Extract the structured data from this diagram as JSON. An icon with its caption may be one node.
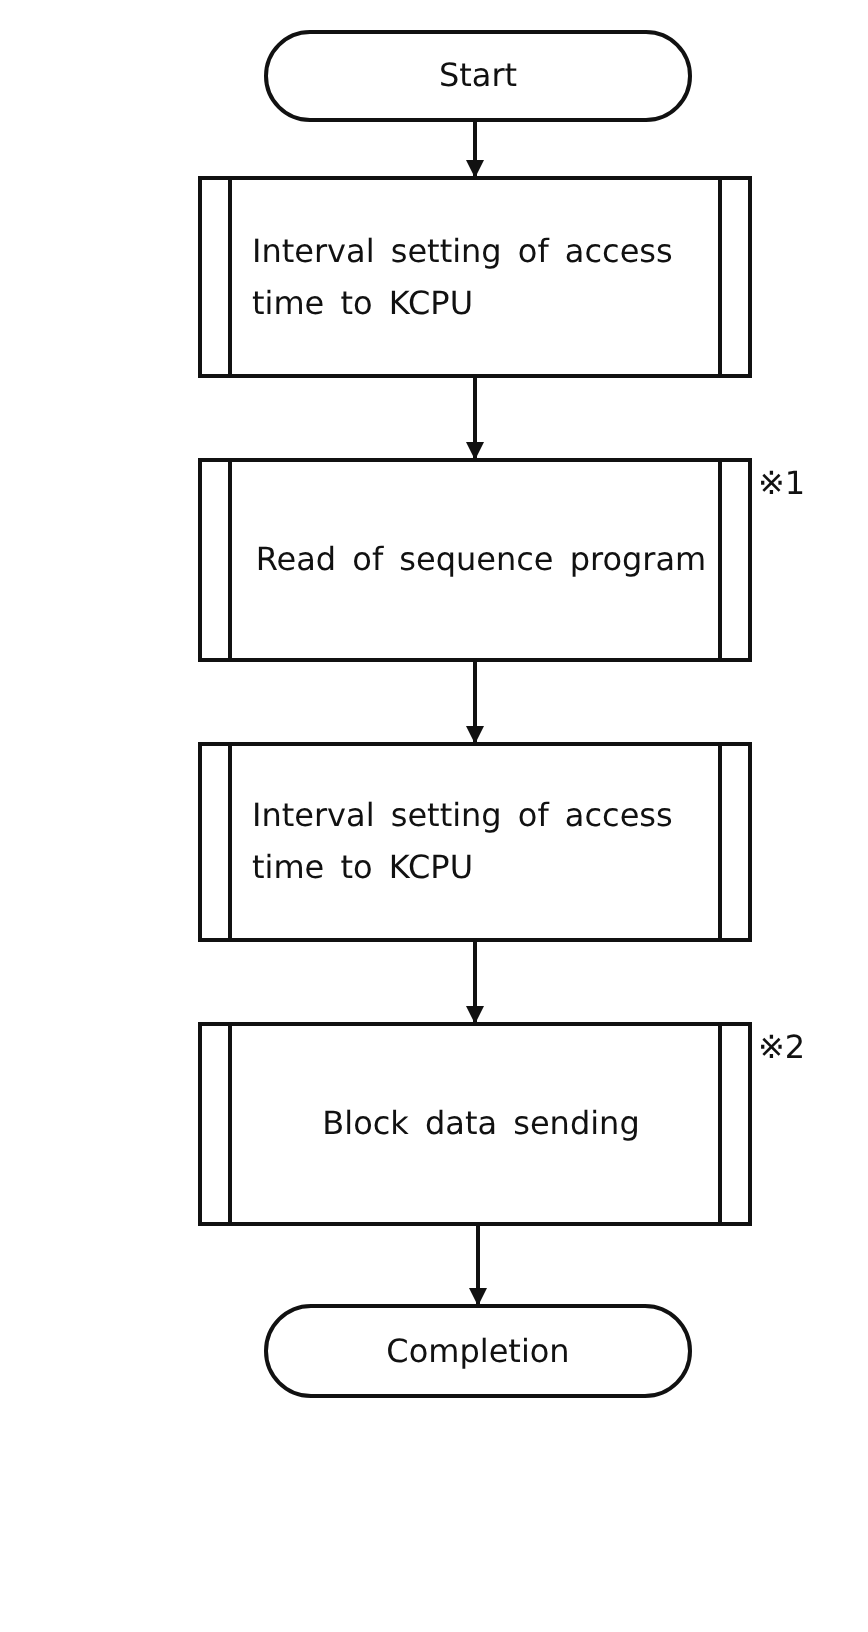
{
  "diagram": {
    "nodes": [
      {
        "text": [
          "Start"
        ]
      },
      {
        "text": [
          "Interval setting of access time to KCPU"
        ]
      },
      {
        "text": [
          "Read of sequence program"
        ],
        "beside": [
          "※1"
        ]
      },
      {
        "text": [
          "Interval setting of access time to KCPU"
        ]
      },
      {
        "text": [
          "Block data sending"
        ],
        "beside": [
          "※2"
        ]
      },
      {
        "text": [
          "Completion"
        ]
      }
    ],
    "edges": [
      {
        "from": 0,
        "to": 1,
        "arrow": "to"
      },
      {
        "from": 1,
        "to": 2,
        "arrow": "to"
      },
      {
        "from": 2,
        "to": 3,
        "arrow": "to"
      },
      {
        "from": 3,
        "to": 4,
        "arrow": "to"
      },
      {
        "from": 4,
        "to": 5,
        "arrow": "to"
      }
    ]
  }
}
